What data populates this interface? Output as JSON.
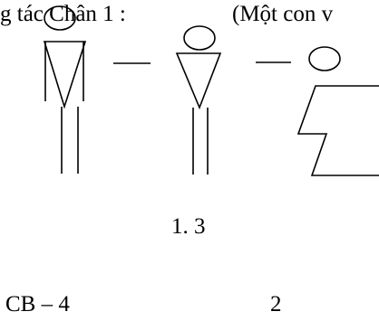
{
  "header": {
    "left": "g tác Chân 1 :",
    "middle": "",
    "right": "(Một con v"
  },
  "figure_label": "1. 3",
  "bottom": {
    "code": "CB – 4",
    "number": "2"
  },
  "colors": {
    "ink": "#000000",
    "background": "#ffffff"
  }
}
